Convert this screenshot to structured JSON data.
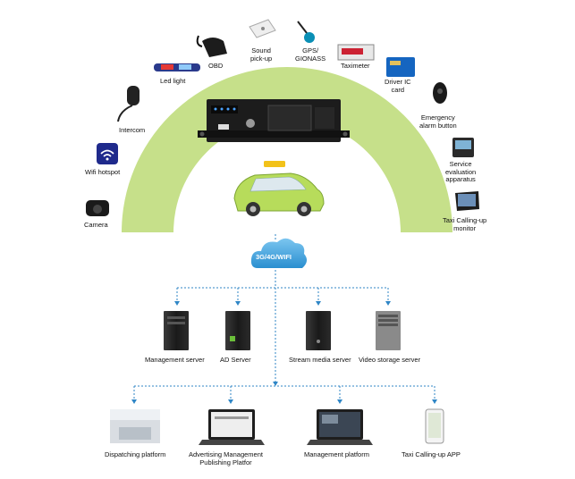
{
  "accessories": {
    "sound": [
      "Sound",
      "pick-up"
    ],
    "gps": [
      "GPS/",
      "GIONASS"
    ],
    "taximeter": "Taximeter",
    "obd": "OBD",
    "driver_ic": [
      "Driver IC",
      "card"
    ],
    "led": "Led light",
    "emergency": [
      "Emergency",
      "alarm button"
    ],
    "intercom": "Intercom",
    "service_eval": [
      "Service",
      "evaluation",
      "apparatus"
    ],
    "wifi_hotspot": "Wifi hotspot",
    "taxi_monitor": [
      "Taxi Calling-up",
      "monitor"
    ],
    "camera": "Camera"
  },
  "network": {
    "cloud_label": "3G/4G/WIFI"
  },
  "servers": [
    "Management server",
    "AD Server",
    "Stream media server",
    "Video storage server"
  ],
  "platforms": [
    [
      "Dispatching platform"
    ],
    [
      "Advertising Management",
      "Publishing Platfor"
    ],
    [
      "Management platform"
    ],
    [
      "Taxi Calling-up APP"
    ]
  ],
  "colors": {
    "arc": "#c6e08a",
    "link": "#2f86c6",
    "car": "#b7dc5b",
    "taxi_sign": "#f2c21a",
    "cloud": "#3aa0dc"
  }
}
